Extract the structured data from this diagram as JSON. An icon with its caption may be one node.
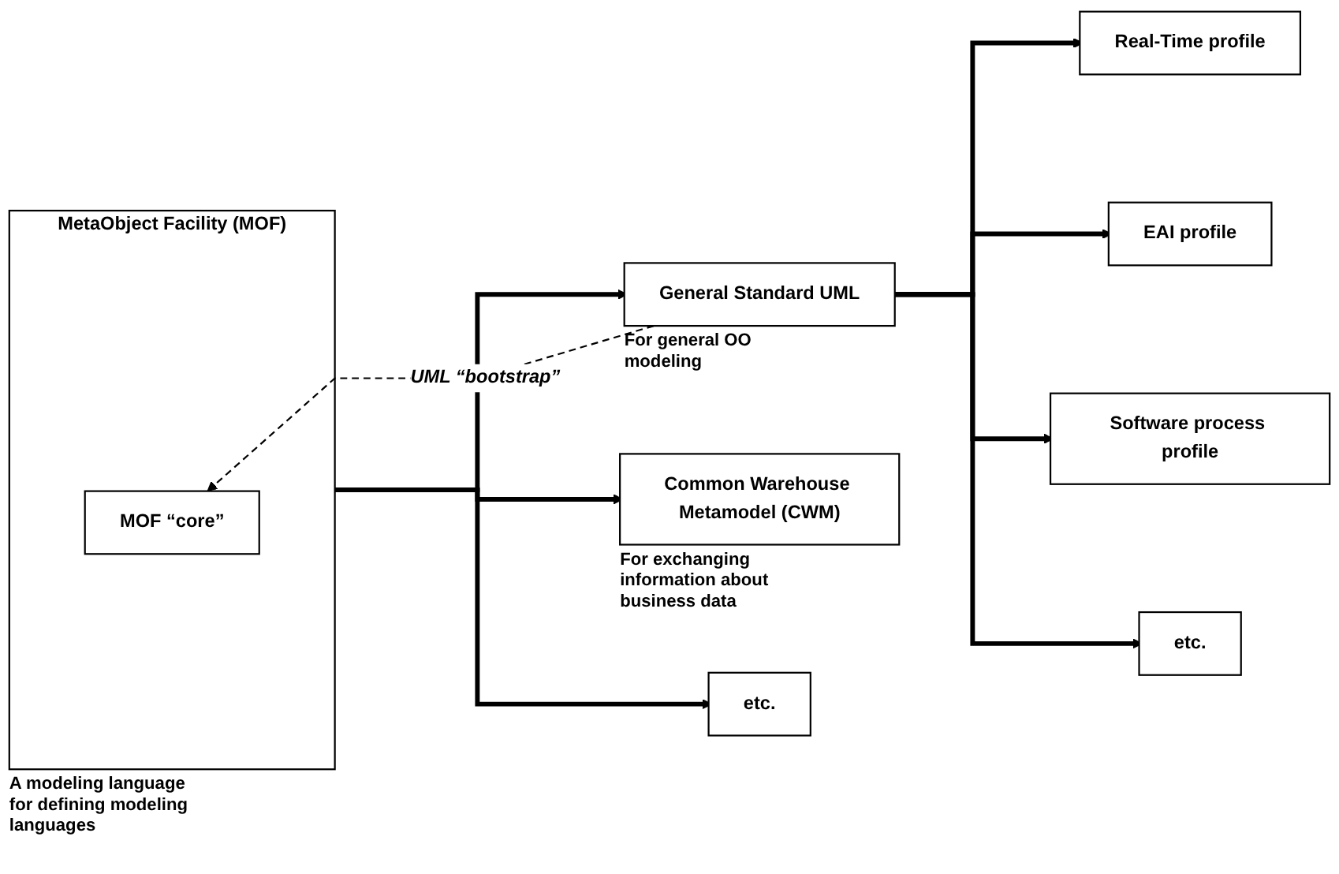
{
  "diagram": {
    "nodes": [
      {
        "text": [
          "MetaObject Facility (MOF)"
        ],
        "beside": [
          "A modeling language for defining modeling languages"
        ]
      },
      {
        "text": [
          "MOF “core”"
        ],
        "in": 0
      },
      {
        "text": [
          "General Standard UML"
        ],
        "beside": [
          "For general OO modeling"
        ]
      },
      {
        "text": [
          "Common Warehouse Metamodel (CWM)"
        ],
        "beside": [
          "For exchanging information about business data"
        ]
      },
      {
        "text": [
          "etc."
        ]
      },
      {
        "text": [
          "Real-Time profile"
        ]
      },
      {
        "text": [
          "EAI profile"
        ]
      },
      {
        "text": [
          "Software process profile"
        ]
      },
      {
        "text": [
          "etc."
        ]
      }
    ],
    "edges": [
      {
        "from": 0,
        "to": 2,
        "arrow": "to"
      },
      {
        "from": 0,
        "to": 3,
        "arrow": "to"
      },
      {
        "from": 0,
        "to": 4,
        "arrow": "to"
      },
      {
        "from": 2,
        "to": 5,
        "arrow": "to"
      },
      {
        "from": 2,
        "to": 6,
        "arrow": "to"
      },
      {
        "from": 2,
        "to": 7,
        "arrow": "to"
      },
      {
        "from": 2,
        "to": 8,
        "arrow": "to"
      },
      {
        "from": 2,
        "to": 1,
        "arrow": "to",
        "style": "dashed",
        "label": "UML “bootstrap”"
      }
    ]
  }
}
